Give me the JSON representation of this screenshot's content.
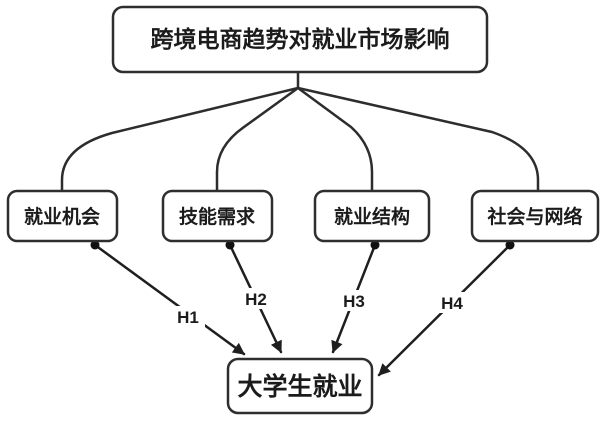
{
  "colors": {
    "background": "#ffffff",
    "node_fill": "#ffffff",
    "node_border": "#2e2e2e",
    "connector_line": "#2d2d2d",
    "arrow_line": "#1f1f1f",
    "text": "#1b1b1b"
  },
  "diagram": {
    "root": {
      "label": "跨境电商趋势对就业市场影响"
    },
    "factors": [
      {
        "label": "就业机会"
      },
      {
        "label": "技能需求"
      },
      {
        "label": "就业结构"
      },
      {
        "label": "社会与网络"
      }
    ],
    "outcome": {
      "label": "大学生就业"
    },
    "hypotheses": [
      {
        "label": "H1"
      },
      {
        "label": "H2"
      },
      {
        "label": "H3"
      },
      {
        "label": "H4"
      }
    ]
  }
}
